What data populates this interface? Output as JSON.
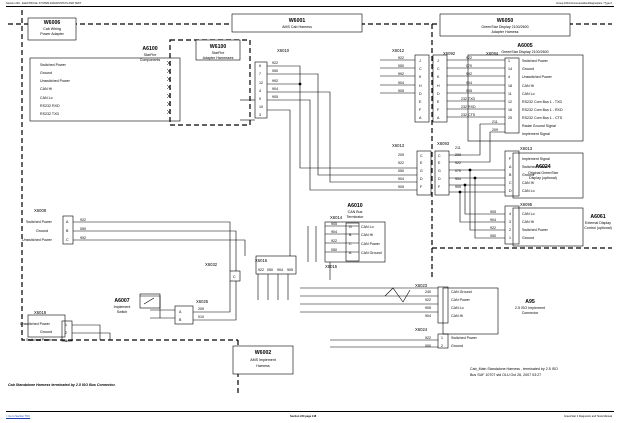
{
  "page": {
    "header_left": "Section 240 - ELECTRICAL SYSTEM DIAGNOSTICS AND TEST",
    "header_right": "Group 1001 Documentation/Diagnostics / Type 0",
    "footer_left": "< Go to Section TOC",
    "footer_center": "Section 240 page 148",
    "footer_right": "GreenStar 2 Diagnostic and Tests Manual"
  },
  "components": {
    "W6006": {
      "id": "W6006",
      "l1": "Cab Wiring",
      "l2": "Power Adapter"
    },
    "W6001": {
      "id": "W6001",
      "l1": "AMS Cab Harness"
    },
    "W6050": {
      "id": "W6050",
      "l1": "GreenStar Display 2100/2600",
      "l2": "Adapter Harness"
    },
    "A6100": {
      "id": "A6100",
      "l1": "StarFire",
      "l2": "Components",
      "pins": [
        "Switched Power",
        "Ground",
        "Unswitched Power",
        "CAN Hi",
        "CAN Lo",
        "RS232 RXD",
        "RS232 TXD"
      ]
    },
    "W6100": {
      "id": "W6100",
      "l1": "StarFire",
      "l2": "Adapter Harnesses"
    },
    "A6005": {
      "id": "A6005",
      "l1": "GreenStar Display 2100/2600",
      "pins": [
        "Switched Power",
        "Ground",
        "Unswitched Power",
        "CAN Hi",
        "CAN Lo",
        "RS232 Com Bus 1 - TXD",
        "RS232 Com Bus 1 - RXD",
        "RS232 Com Bus 1 - CTS",
        "Radar Ground Signal",
        "Implement Signal"
      ],
      "numbers": [
        "1",
        "14",
        "4",
        "18",
        "11",
        "12",
        "16",
        "25",
        "",
        ""
      ]
    },
    "A6024": {
      "id": "A6024",
      "l1": "Original GreenStar",
      "l2": "Display (optional)",
      "pins": [
        "Implement Signal",
        "Switched Power",
        "Ground",
        "CAN Hi",
        "CAN Lo"
      ],
      "letters": [
        "F",
        "A",
        "B",
        "C",
        "D"
      ]
    },
    "A6061": {
      "id": "A6061",
      "l1": "External Display",
      "l2": "Control (optional)",
      "pins": [
        "CAN Lo",
        "CAN Hi",
        "Switched Power",
        "Ground"
      ],
      "numbers": [
        "4",
        "3",
        "2",
        "1"
      ]
    },
    "A6010": {
      "id": "A6010",
      "l1": "CAN Bus",
      "l2": "Terminator",
      "pins": [
        "CAN Lo",
        "CAN Hi",
        "CAN Power",
        "CAN Ground"
      ],
      "letters": [
        "G",
        "B",
        "C",
        "A"
      ]
    },
    "A95": {
      "id": "A95",
      "l1": "2.5 ISO Implement",
      "l2": "Connector",
      "pins": [
        "CAN Ground",
        "CAN Power",
        "CAN Lo",
        "CAN Hi",
        "Switched Power",
        "Ground"
      ]
    },
    "A6007": {
      "id": "A6007",
      "l1": "Implement",
      "l2": "Switch"
    },
    "W6002": {
      "id": "W6002",
      "l1": "AMS Implement",
      "l2": "Harness"
    }
  },
  "connectors": {
    "X6008": "X6008",
    "X6010": "X6010",
    "X6012": "X6012",
    "X6092": "X6092",
    "X6094": "X6094",
    "X6013": "X6013",
    "X6093": "X6093",
    "X6013b": "X6013",
    "X6095": "X6095",
    "X6014": "X6014",
    "X6032": "X6032",
    "X6016": "X6016",
    "X6015": "X6015",
    "X6025": "X6025",
    "X6019": "X6019",
    "X6023": "X6023",
    "X6024": "X6024"
  },
  "x6008": {
    "pins": [
      "Switched Power",
      "Ground",
      "Unswitched Power"
    ],
    "letters": [
      "A",
      "B",
      "C"
    ],
    "wires": [
      "922",
      "050",
      "992"
    ]
  },
  "x6010": {
    "numbers": [
      "6",
      "7",
      "12",
      "4",
      "9",
      "10",
      "3"
    ],
    "wires": [
      "922",
      "050",
      "992",
      "904",
      "905",
      "",
      ""
    ]
  },
  "x6012": {
    "letters": [
      "J",
      "C",
      "K",
      "H",
      "D",
      "E",
      "F",
      "A"
    ],
    "wires": [
      "922",
      "050",
      "992",
      "904",
      "905",
      "",
      "",
      ""
    ]
  },
  "x6092": {
    "letters": [
      "J",
      "C",
      "K",
      "H",
      "D",
      "E",
      "F",
      "A"
    ]
  },
  "x6094": {
    "wires": [
      "922",
      "070",
      "992",
      "904",
      "905",
      "232 TXD",
      "232 RXD",
      "232 CTS",
      "211",
      "209"
    ]
  },
  "x6013": {
    "letters": [
      "C",
      "E",
      "G",
      "D",
      "F"
    ],
    "wires": [
      "209",
      "922",
      "050",
      "904",
      "905"
    ],
    "top": "211"
  },
  "x6093": {
    "letters": [
      "C",
      "E",
      "G",
      "D",
      "F"
    ],
    "wires": [
      "209",
      "922",
      "070",
      "904",
      "905"
    ]
  },
  "x6095": {
    "wires": [
      "905",
      "904",
      "922",
      "050"
    ]
  },
  "x6014": {
    "wires": [
      "905",
      "904",
      "922",
      "050"
    ]
  },
  "x6032": {
    "letter": "C"
  },
  "x6016": {
    "wires": [
      "922",
      "050",
      "904",
      "905"
    ]
  },
  "x6023": {
    "wires": [
      "240",
      "922",
      "905",
      "904"
    ]
  },
  "x6024": {
    "wires": [
      "922",
      "050"
    ],
    "numbers": [
      "1",
      "2"
    ]
  },
  "x6025": {
    "letters": [
      "A",
      "B"
    ],
    "wires": [
      "209",
      "010"
    ]
  },
  "x6019": {
    "pins": [
      "Unswitched Power",
      "Ground",
      "Switched Power"
    ],
    "numbers": [
      "1",
      "2",
      "3"
    ]
  },
  "notes": {
    "caption": "Cab Standalone Harness terminated by 2.5 ISO Bus Connector.",
    "credit1": "Cab_Main Standalone Harness , terminated by 2.5 ISO",
    "credit2": "Bus SUF 10707 std   OLU Oct 26, 2007   03:27"
  }
}
